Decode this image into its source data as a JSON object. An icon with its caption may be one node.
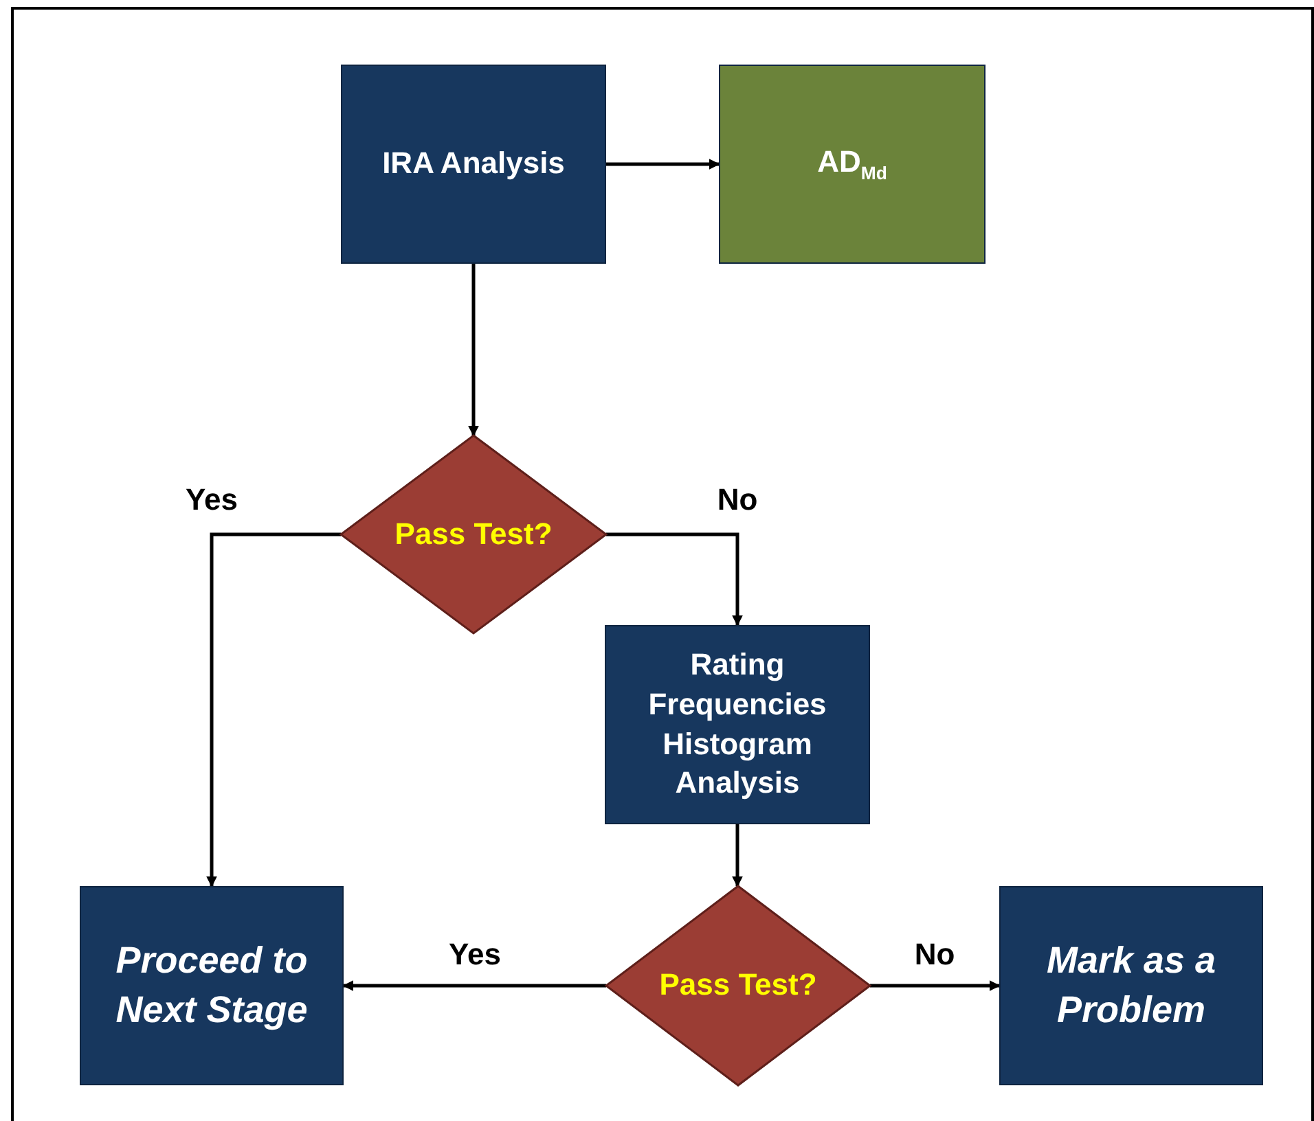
{
  "diagram": {
    "nodes": [
      {
        "text": [
          "IRA Analysis"
        ]
      },
      {
        "text": [
          "AD$_{Md}$"
        ]
      },
      {
        "text": [
          "Pass Test?"
        ]
      },
      {
        "text": [
          "Rating Frequencies Histogram Analysis"
        ]
      },
      {
        "text": [
          "Pass Test?"
        ]
      },
      {
        "text": [
          "Proceed to Next Stage"
        ]
      },
      {
        "text": [
          "Mark as a Problem"
        ]
      }
    ],
    "edges": [
      {
        "from": 0,
        "to": 1,
        "arrow": "to"
      },
      {
        "from": 0,
        "to": 2,
        "arrow": "to"
      },
      {
        "from": 2,
        "to": 5,
        "arrow": "to",
        "label": "Yes"
      },
      {
        "from": 2,
        "to": 3,
        "arrow": "to",
        "label": "No"
      },
      {
        "from": 3,
        "to": 4,
        "arrow": "to"
      },
      {
        "from": 4,
        "to": 5,
        "arrow": "to",
        "label": "Yes"
      },
      {
        "from": 4,
        "to": 6,
        "arrow": "to",
        "label": "No"
      }
    ]
  }
}
